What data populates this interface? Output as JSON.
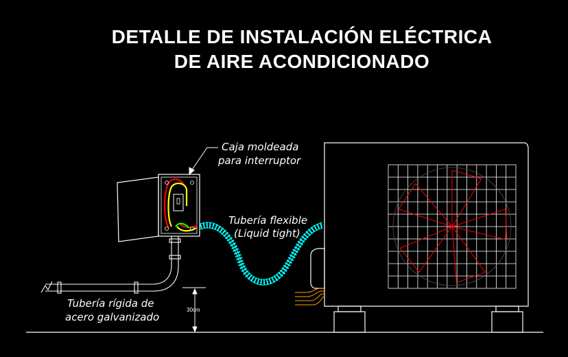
{
  "title": {
    "line1": "DETALLE DE INSTALACIÓN ELÉCTRICA",
    "line2": "DE AIRE ACONDICIONADO"
  },
  "labels": {
    "caja_line1": "Caja moldeada",
    "caja_line2": "para interruptor",
    "flexible_line1": "Tubería flexible",
    "flexible_line2": "(Liquid tight)",
    "rigida_line1": "Tubería rígida de",
    "rigida_line2": "acero galvanizado",
    "height_dim": "30cm"
  },
  "colors": {
    "background": "#000000",
    "lines": "#ffffff",
    "flex_conduit": "#00ffff",
    "fan_blades": "#ff0000",
    "wire_red": "#ff0000",
    "wire_yellow": "#ffff00",
    "wire_green": "#00ff00",
    "copper_pipes": "#ffa500"
  }
}
